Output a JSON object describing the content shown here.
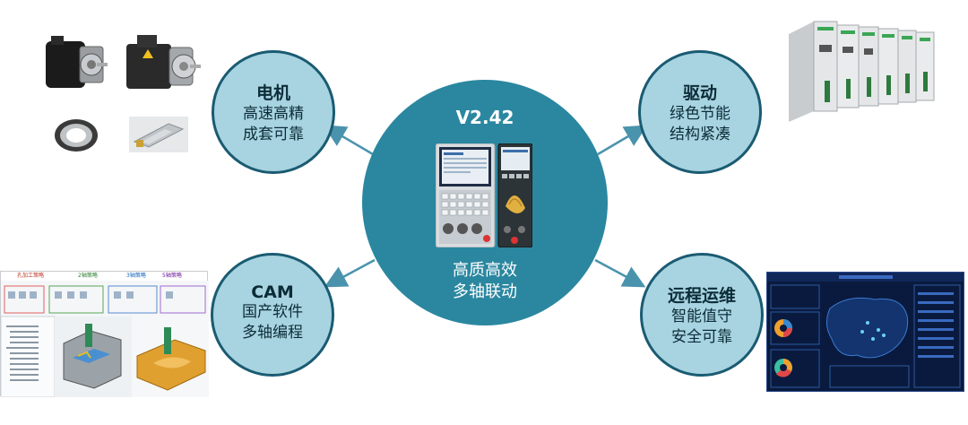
{
  "hub": {
    "version": "V2.42",
    "line1": "高质高效",
    "line2": "多轴联动"
  },
  "nodes": {
    "motor": {
      "title": "电机",
      "line1": "高速高精",
      "line2": "成套可靠"
    },
    "drive": {
      "title": "驱动",
      "line1": "绿色节能",
      "line2": "结构紧凑"
    },
    "cam": {
      "title": "CAM",
      "line1": "国产软件",
      "line2": "多轴编程"
    },
    "ops": {
      "title": "远程运维",
      "line1": "智能值守",
      "line2": "安全可靠"
    }
  },
  "cam_window": {
    "tab1": "孔加工策略",
    "tab2": "2轴策略",
    "tab3": "3轴策略",
    "tab4": "5轴策略"
  },
  "colors": {
    "hub": "#2b87a0",
    "node_fill": "#a7d4e0",
    "node_border": "#1a5b72",
    "arrow": "#4a93ad"
  }
}
